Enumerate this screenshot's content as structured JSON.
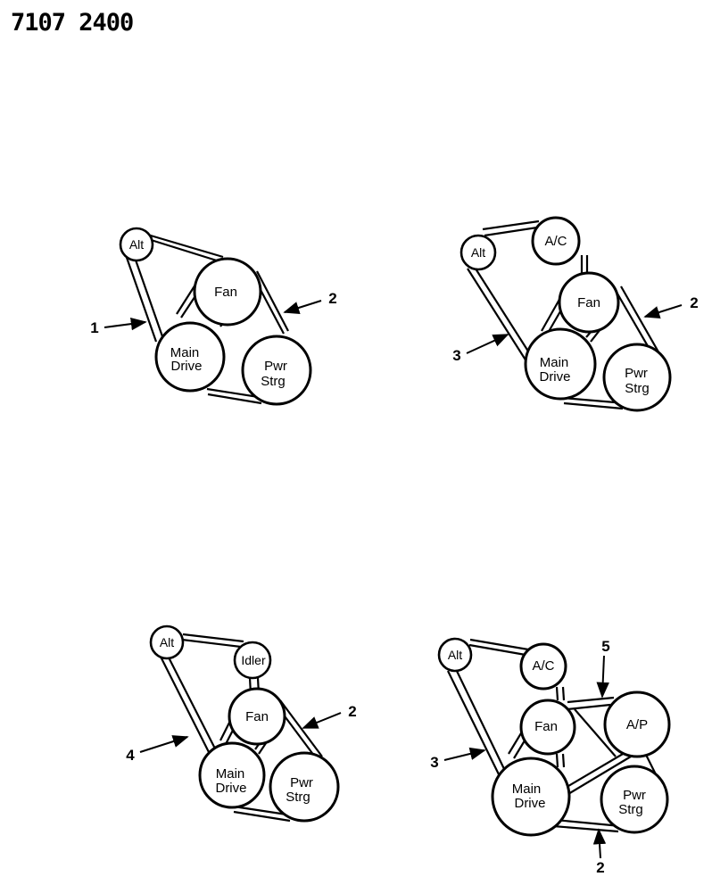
{
  "header": {
    "code": "7107 2400"
  },
  "diagrams": [
    {
      "pulleys": {
        "alt": {
          "label": "Alt"
        },
        "fan": {
          "label": "Fan"
        },
        "main": {
          "line1": "Main",
          "line2": "Drive"
        },
        "pwr": {
          "line1": "Pwr",
          "line2": "Strg"
        }
      },
      "callouts": [
        "1",
        "2"
      ]
    },
    {
      "pulleys": {
        "alt": {
          "label": "Alt"
        },
        "ac": {
          "label": "A/C"
        },
        "fan": {
          "label": "Fan"
        },
        "main": {
          "line1": "Main",
          "line2": "Drive"
        },
        "pwr": {
          "line1": "Pwr",
          "line2": "Strg"
        }
      },
      "callouts": [
        "3",
        "2"
      ]
    },
    {
      "pulleys": {
        "alt": {
          "label": "Alt"
        },
        "idler": {
          "label": "Idler"
        },
        "fan": {
          "label": "Fan"
        },
        "main": {
          "line1": "Main",
          "line2": "Drive"
        },
        "pwr": {
          "line1": "Pwr",
          "line2": "Strg"
        }
      },
      "callouts": [
        "4",
        "2"
      ]
    },
    {
      "pulleys": {
        "alt": {
          "label": "Alt"
        },
        "ac": {
          "label": "A/C"
        },
        "fan": {
          "label": "Fan"
        },
        "ap": {
          "label": "A/P"
        },
        "main": {
          "line1": "Main",
          "line2": "Drive"
        },
        "pwr": {
          "line1": "Pwr",
          "line2": "Strg"
        }
      },
      "callouts": [
        "5",
        "3",
        "2"
      ]
    }
  ]
}
